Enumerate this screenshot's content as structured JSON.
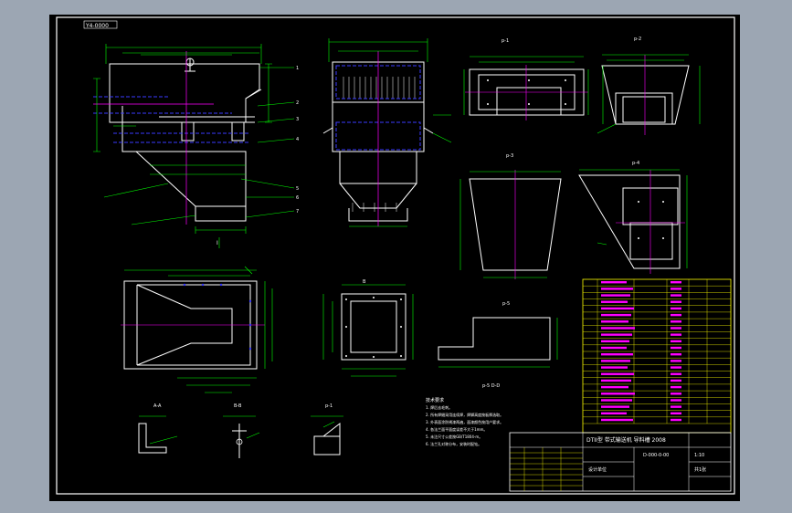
{
  "viewport": {
    "background": "#9ca6b3",
    "paper": "#000000"
  },
  "colors": {
    "frame": "#ffffff",
    "outline": "#ffffff",
    "dimension": "#00ff00",
    "centerline": "#ff00ff",
    "hidden": "#3a3aff",
    "table_frame": "#ffff00",
    "table_text": "#ff00ff",
    "text": "#ffffff"
  },
  "drawing": {
    "corner_label": "Y4-0000",
    "titles": {
      "view_front": "I",
      "view_top": "",
      "detail_a": "p-1",
      "detail_b": "p-2",
      "detail_c": "p-3",
      "detail_d": "p-4",
      "detail_e": "p-5",
      "section_a": "A-A",
      "section_b": "B-B",
      "section_c": "p-1",
      "section_d": "p-5"
    },
    "notes": {
      "heading": "技术要求",
      "lines": [
        "1. 焊后去毛刺。",
        "2. 所有焊缝采用连续焊，焊脚高度按板厚选取。",
        "3. 外表面涂防锈漆两遍，面漆颜色按用户要求。",
        "4. 各法兰面平面度误差不大于1mm。",
        "5. 未注尺寸公差按GB/T1804-m。",
        "6. 法兰孔对称分布，安装时配钻。"
      ]
    },
    "title_block": {
      "main_title": "DTII型 带式输送机 导料槽 2008",
      "drawing_no": "D-000-0-00",
      "scale": "1:10",
      "sheet": "共1张",
      "unit": "设计单位",
      "row_count": 22
    }
  }
}
